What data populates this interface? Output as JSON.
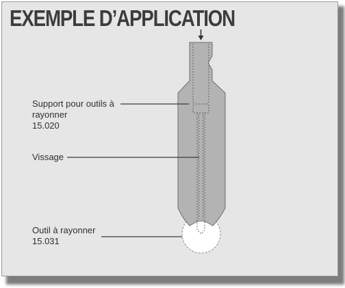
{
  "title": "EXEMPLE D’APPLICATION",
  "labels": {
    "support": {
      "line1": "Support pour outils à",
      "line2": "rayonner",
      "code": "15.020"
    },
    "vissage": {
      "line1": "Vissage"
    },
    "outil": {
      "line1": "Outil à rayonner",
      "code": "15.031"
    }
  },
  "colors": {
    "panel": "#e6e6e6",
    "tool_body": "#b3b3b3",
    "outline": "#6e6e6e",
    "title": "#3c3c3c"
  },
  "icons": {
    "force_arrow": "arrow-down-icon"
  }
}
